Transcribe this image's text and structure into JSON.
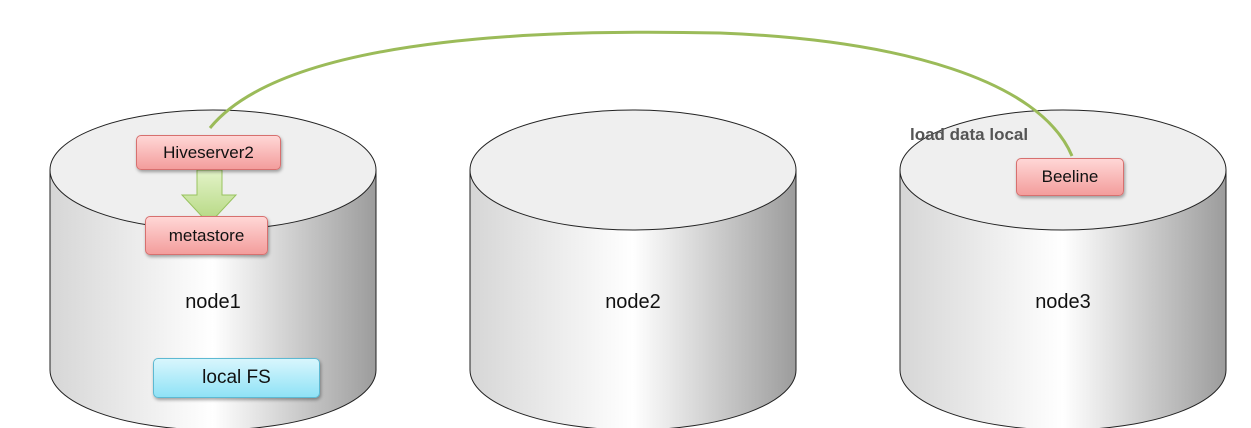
{
  "nodes": [
    {
      "label": "node1"
    },
    {
      "label": "node2"
    },
    {
      "label": "node3"
    }
  ],
  "components": {
    "hiveserver2": "Hiveserver2",
    "metastore": "metastore",
    "local_fs": "local FS",
    "beeline": "Beeline"
  },
  "connection_label": "load data local",
  "colors": {
    "cylinder_top": "#efefef",
    "cylinder_side": "#c8c8c8",
    "component_box": "#f8b4b3",
    "storage_box": "#b7eefb",
    "arrow": "#c5e39b",
    "curve": "#9bbb59"
  }
}
